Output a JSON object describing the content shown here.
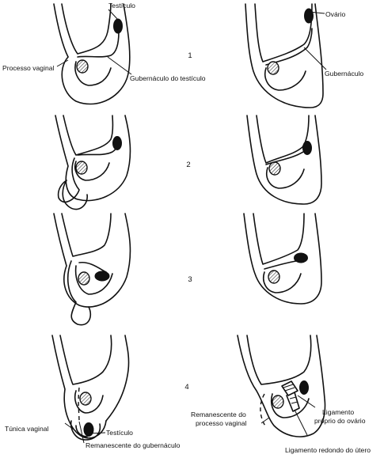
{
  "stage_numbers": [
    "1",
    "2",
    "3",
    "4"
  ],
  "labels": {
    "testiculo_1": "Testículo",
    "processo_vaginal": "Processo  vaginal",
    "gubernaculo_testiculo": "Gubernáculo  do  testículo",
    "ovario": "Ovário",
    "gubernaculo": "Gubernáculo",
    "tunica_vaginal": "Túnica vaginal",
    "testiculo_4": "Testículo",
    "remanescente_gubernaculo": "Remanescente  do  gubernáculo",
    "remanescente_processo_l1": "Remanescente do",
    "remanescente_processo_l2": "processo vaginal",
    "ligamento_proprio_l1": "Ligamento",
    "ligamento_proprio_l2": "próprio do ovário",
    "ligamento_redondo": "Ligamento  redondo  do  útero"
  }
}
